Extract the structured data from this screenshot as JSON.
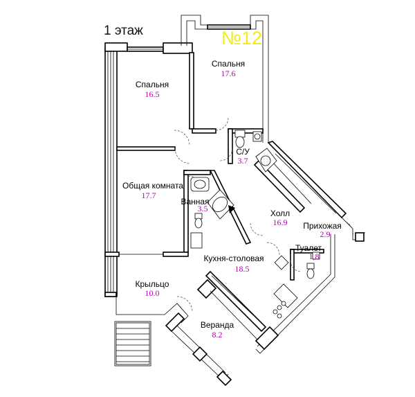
{
  "floor_title": "1 этаж",
  "plan_number": "№12",
  "colors": {
    "plan_number": "#f2ec1f",
    "area_text": "#b000b0",
    "walls": "#000000",
    "background": "#ffffff"
  },
  "rooms": [
    {
      "name": "Спальня",
      "area": "16.5"
    },
    {
      "name": "Спальня",
      "area": "17.6"
    },
    {
      "name": "С/У",
      "area": "3.7"
    },
    {
      "name": "Общая комната",
      "area": "17.7"
    },
    {
      "name": "Ванная",
      "area": "3.5"
    },
    {
      "name": "Холл",
      "area": "16.9"
    },
    {
      "name": "Прихожая",
      "area": "2.9"
    },
    {
      "name": "Туалет",
      "area": "1,8"
    },
    {
      "name": "Кухня-столовая",
      "area": "18.5"
    },
    {
      "name": "Крыльцо",
      "area": "10.0"
    },
    {
      "name": "Веранда",
      "area": "8.2"
    }
  ]
}
